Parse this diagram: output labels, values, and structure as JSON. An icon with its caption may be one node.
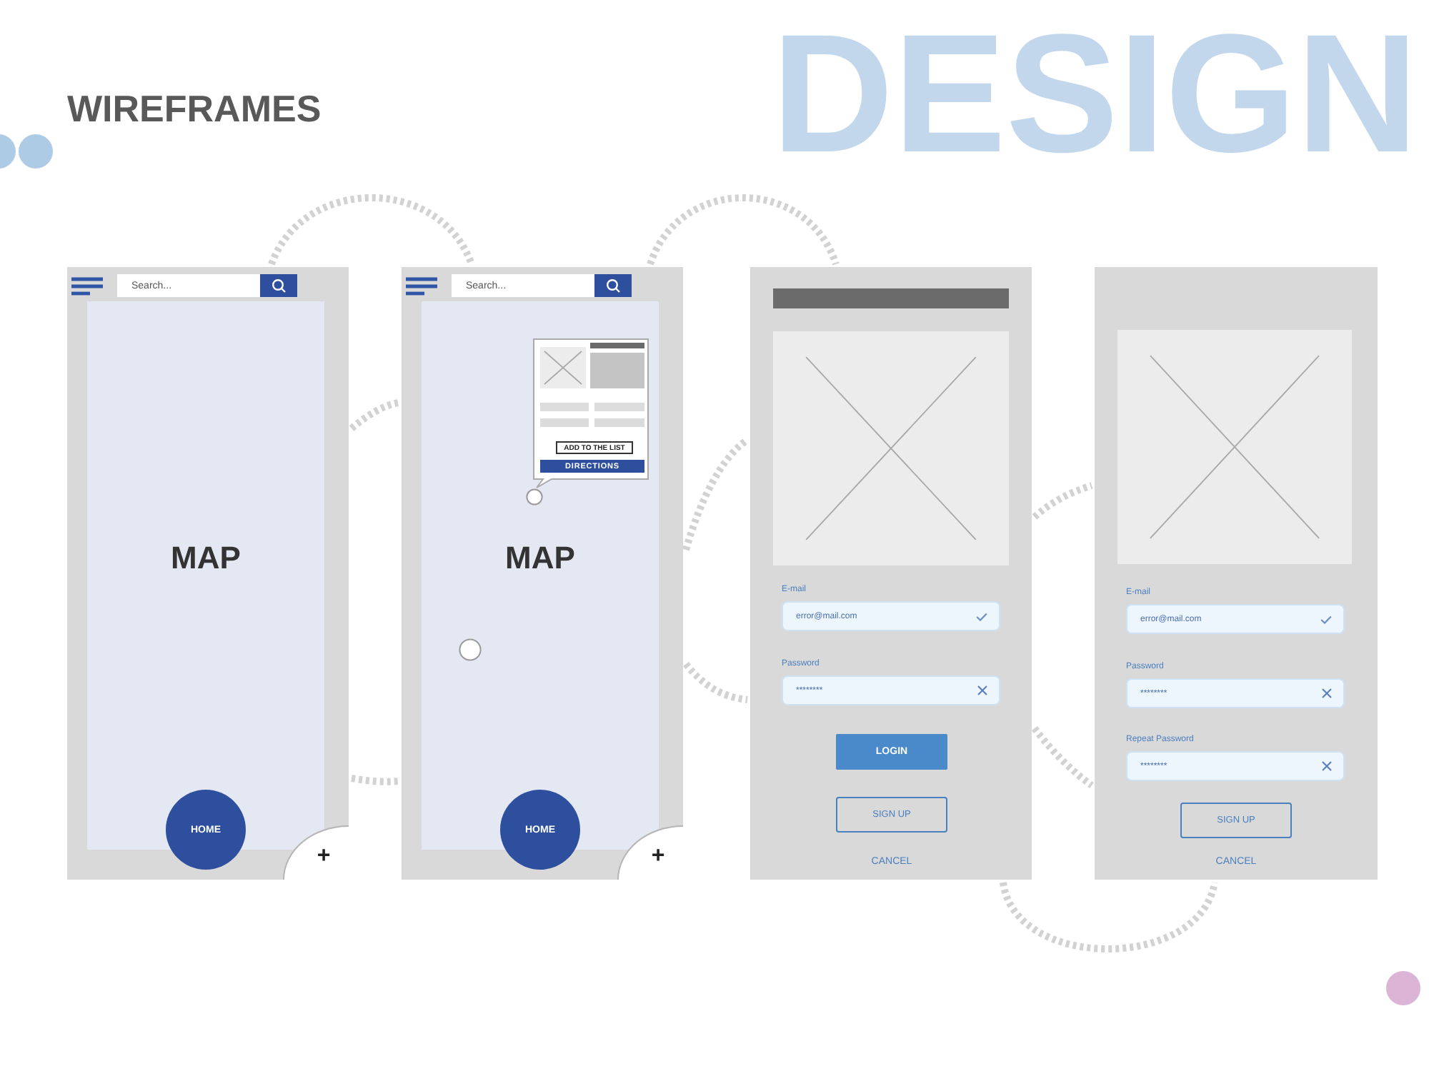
{
  "diagram": {
    "title": "WIREFRAMES",
    "nodes": [
      {
        "text": [],
        "shape": "box"
      },
      {
        "text": [
          "Search..."
        ],
        "in": 0
      },
      {
        "text": [
          "MAP"
        ],
        "in": 0
      },
      {
        "text": [
          "HOME"
        ],
        "in": 0
      },
      {
        "text": [
          "+"
        ],
        "in": 0
      },
      {
        "text": [],
        "shape": "box"
      },
      {
        "text": [
          "Search..."
        ],
        "in": 5
      },
      {
        "text": [
          "MAP"
        ],
        "in": 5
      },
      {
        "text": [],
        "shape": "box",
        "in": 7
      },
      {
        "text": [
          "ADD TO THE LIST"
        ],
        "in": 8
      },
      {
        "text": [
          "DIRECTIONS"
        ],
        "in": 8
      },
      {
        "text": [
          "HOME"
        ],
        "in": 5
      },
      {
        "text": [
          "+"
        ],
        "in": 5
      },
      {
        "text": [],
        "shape": "box"
      },
      {
        "text": [
          "E-mail",
          "error@mail.com"
        ],
        "in": 13
      },
      {
        "text": [
          "Password",
          "********"
        ],
        "in": 13
      },
      {
        "text": [
          "LOGIN"
        ],
        "in": 13
      },
      {
        "text": [
          "SIGN UP"
        ],
        "in": 13
      },
      {
        "text": [],
        "shape": "box"
      },
      {
        "text": [
          "E-mail",
          "error@mail.com"
        ],
        "in": 18
      },
      {
        "text": [
          "Password",
          "********"
        ],
        "in": 18
      },
      {
        "text": [
          "Repeat Password",
          "********"
        ],
        "in": 18
      },
      {
        "text": [
          "SIGN UP"
        ],
        "in": 18
      }
    ],
    "labels": [
      "DESIGN",
      "CANCEL",
      "CANCEL"
    ]
  }
}
